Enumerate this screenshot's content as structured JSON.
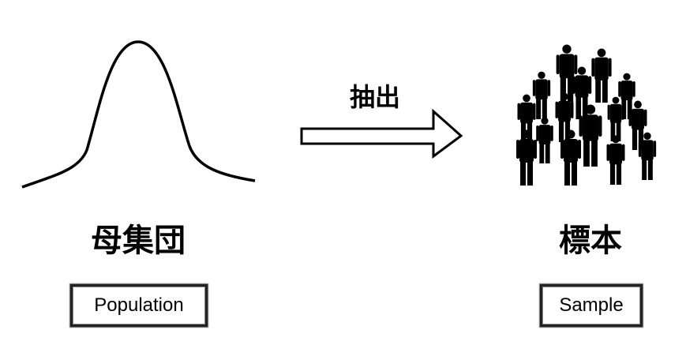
{
  "left": {
    "title": "母集団",
    "label": "Population"
  },
  "arrow": {
    "label": "抽出"
  },
  "right": {
    "title": "標本",
    "label": "Sample"
  },
  "icons": {
    "curve": "bell-curve-icon",
    "people": "crowd-icon",
    "arrow": "right-arrow-icon"
  }
}
